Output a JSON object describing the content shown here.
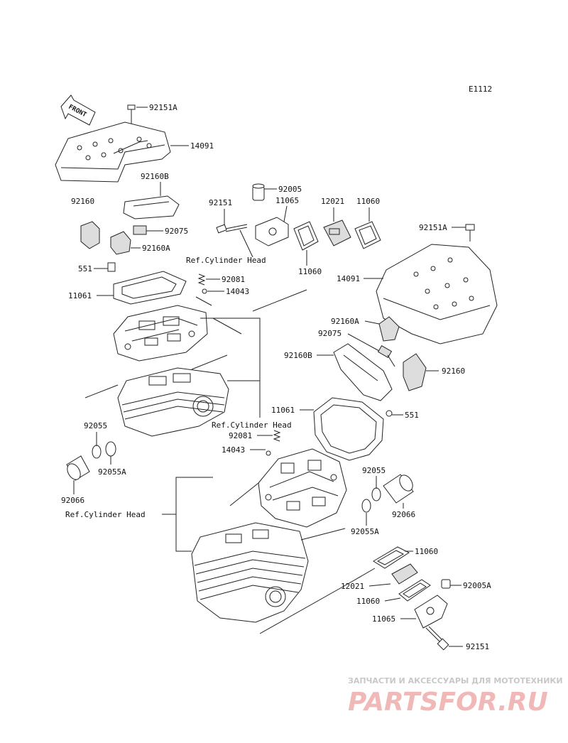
{
  "diagram_code": "E1112",
  "front_arrow_label": "FRONT",
  "callouts": {
    "p92151A_top": "92151A",
    "p14091_top": "14091",
    "p92160B_top": "92160B",
    "p92160_top": "92160",
    "p92075_top": "92075",
    "p92160A_top": "92160A",
    "p551_top": "551",
    "p11061_top": "11061",
    "p92081_top": "92081",
    "p14043_top": "14043",
    "p92151_mid": "92151",
    "p92005_top": "92005",
    "p11065_top": "11065",
    "p12021_top": "12021",
    "p11060_top_r": "11060",
    "p11060_top_l": "11060",
    "ref_cyl_head_1": "Ref.Cylinder Head",
    "p92151A_right": "92151A",
    "p14091_right": "14091",
    "p92160A_right": "92160A",
    "p92075_right": "92075",
    "p92160B_right": "92160B",
    "p92160_right": "92160",
    "p11061_right": "11061",
    "p551_right": "551",
    "ref_cyl_head_2": "Ref.Cylinder Head",
    "p92081_mid": "92081",
    "p14043_mid": "14043",
    "p92055_left": "92055",
    "p92055A_left": "92055A",
    "p92066_left": "92066",
    "ref_cyl_head_3": "Ref.Cylinder Head",
    "p92055_right": "92055",
    "p92066_right": "92066",
    "p92055A_right": "92055A",
    "p11060_bot_1": "11060",
    "p12021_bot": "12021",
    "p92005A_bot": "92005A",
    "p11060_bot_2": "11060",
    "p11065_bot": "11065",
    "p92151_bot": "92151"
  },
  "watermark": {
    "subtitle": "ЗАПЧАСТИ И АКСЕССУАРЫ ДЛЯ МОТОТЕХНИКИ",
    "brand": "PARTSFOR.RU"
  }
}
